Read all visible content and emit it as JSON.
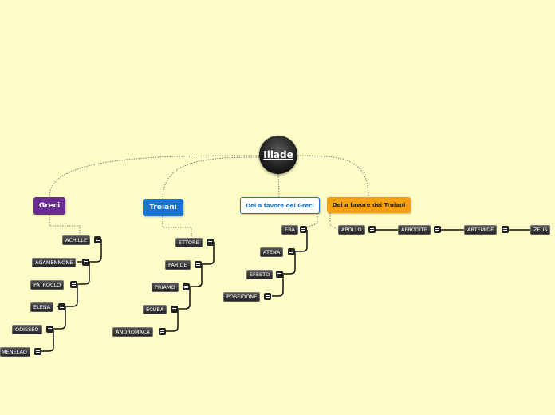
{
  "central": {
    "label": "Iliade"
  },
  "topics": {
    "greci": "Greci",
    "troiani": "Troiani",
    "dei_greci": "Dei a favore dei Greci",
    "dei_troiani": "Dei a favore dei Troiani"
  },
  "greci_children": [
    "ACHILLE",
    "AGAMENNONE",
    "PATROCLO",
    "ELENA",
    "ODISSEO",
    "MENELAO"
  ],
  "troiani_children": [
    "ETTORE",
    "PARIDE",
    "PRIAMO",
    "ECUBA",
    "ANDROMACA"
  ],
  "dei_greci_children": [
    "ERA",
    "ATENA",
    "EFESTO",
    "POSEIDONE"
  ],
  "dei_troiani_children": [
    "APOLLO",
    "AFRODITE",
    "ARTEMIDE",
    "ZEUS"
  ],
  "colors": {
    "background": "#fefdc8",
    "greci": "#6a2c91",
    "troiani": "#1874cd",
    "dei_troiani": "#f5a10f",
    "leaf": "#2a2a2a"
  }
}
